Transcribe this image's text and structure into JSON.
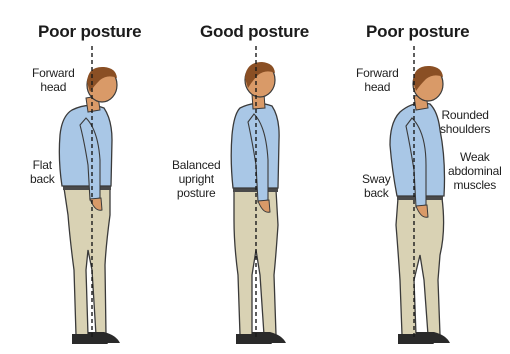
{
  "figures": [
    {
      "title": "Poor posture",
      "labels": {
        "forward_head": [
          "Forward",
          "head"
        ],
        "flat_back": [
          "Flat",
          "back"
        ]
      }
    },
    {
      "title": "Good posture",
      "labels": {
        "balanced": [
          "Balanced",
          "upright",
          "posture"
        ]
      }
    },
    {
      "title": "Poor posture",
      "labels": {
        "forward_head": [
          "Forward",
          "head"
        ],
        "rounded_shoulders": [
          "Rounded",
          "shoulders"
        ],
        "weak_abdominal": [
          "Weak",
          "abdominal",
          "muscles"
        ],
        "sway_back": [
          "Sway",
          "back"
        ]
      }
    }
  ],
  "colors": {
    "shirt": "#a9c7e6",
    "pants": "#d9d2b4",
    "skin": "#d99a68",
    "hair": "#8a4f24",
    "shoes": "#2a2a2a",
    "outline": "#3a3a3a"
  }
}
